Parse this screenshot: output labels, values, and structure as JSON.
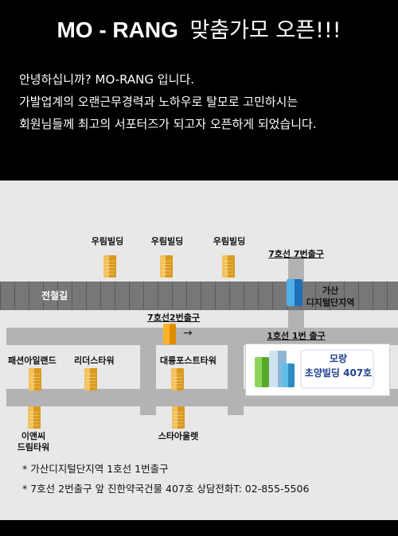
{
  "header": {
    "brand": "MO - RANG",
    "title_rest": "맞춤가모 오픈!!!",
    "intro_lines": [
      "안녕하십니까? MO-RANG 입니다.",
      "가발업계의 오랜근무경력과 노하우로 탈모로 고민하시는",
      "회원님들께 최고의 서포터즈가 되고자 오픈하게 되었습니다."
    ]
  },
  "map": {
    "rail_label": "전철길",
    "buildings_top": [
      "우림빌딩",
      "우림빌딩",
      "우림빌딩"
    ],
    "exit_7_7": "7호선 7번출구",
    "gasan_station_line1": "가산",
    "gasan_station_line2": "디지털단지역",
    "exit_7_2": "7호선2번출구",
    "arrow": "→",
    "exit_1_1": "1호선 1번 출구",
    "buildings_mid": [
      "패션아일랜드",
      "리더스타워",
      "대륭포스트타워"
    ],
    "target_line1": "모랑",
    "target_line2": "초양빌딩 407호",
    "building_ewin_line1": "이앤씨",
    "building_ewin_line2": "드림타워",
    "building_styleoutlet": "스타아울렛"
  },
  "notes": [
    "* 가산디지털단지역 1호선 1번출구",
    "* 7호선 2번출구 앞 진한약국건물 407호 상담전화T: 02-855-5506"
  ]
}
